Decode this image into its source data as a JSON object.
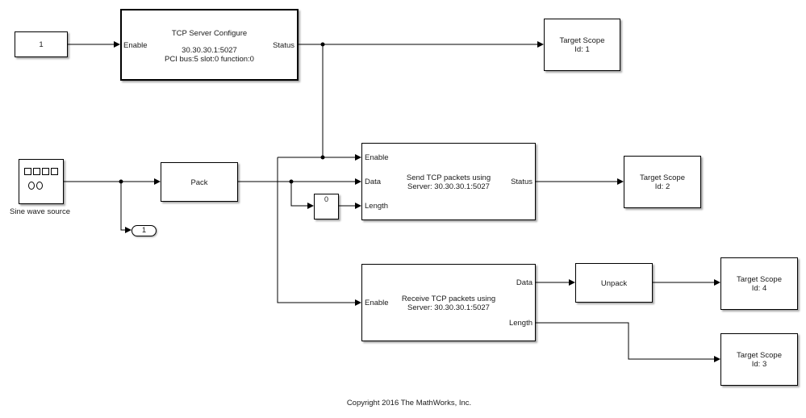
{
  "diagram": {
    "blocks": {
      "constant": {
        "value": "1"
      },
      "tcp_server_configure": {
        "title": "TCP Server Configure",
        "address": "30.30.30.1:5027",
        "pci": "PCI bus:5 slot:0 function:0",
        "in_port": "Enable",
        "out_port": "Status"
      },
      "target_scope_1": {
        "line1": "Target Scope",
        "line2": "Id: 1"
      },
      "sine_wave_source": {
        "label": "Sine wave source"
      },
      "pack": {
        "label": "Pack"
      },
      "outport": {
        "label": "1"
      },
      "width_block": {
        "label": "0"
      },
      "send_tcp": {
        "line1": "Send TCP packets using",
        "line2": "Server: 30.30.30.1:5027",
        "in_enable": "Enable",
        "in_data": "Data",
        "in_length": "Length",
        "out_status": "Status"
      },
      "target_scope_2": {
        "line1": "Target Scope",
        "line2": "Id: 2"
      },
      "receive_tcp": {
        "line1": "Receive TCP packets using",
        "line2": "Server: 30.30.30.1:5027",
        "in_enable": "Enable",
        "out_data": "Data",
        "out_length": "Length"
      },
      "unpack": {
        "label": "Unpack"
      },
      "target_scope_4": {
        "line1": "Target Scope",
        "line2": "Id: 4"
      },
      "target_scope_3": {
        "line1": "Target Scope",
        "line2": "Id: 3"
      }
    },
    "copyright": "Copyright 2016 The MathWorks, Inc."
  }
}
